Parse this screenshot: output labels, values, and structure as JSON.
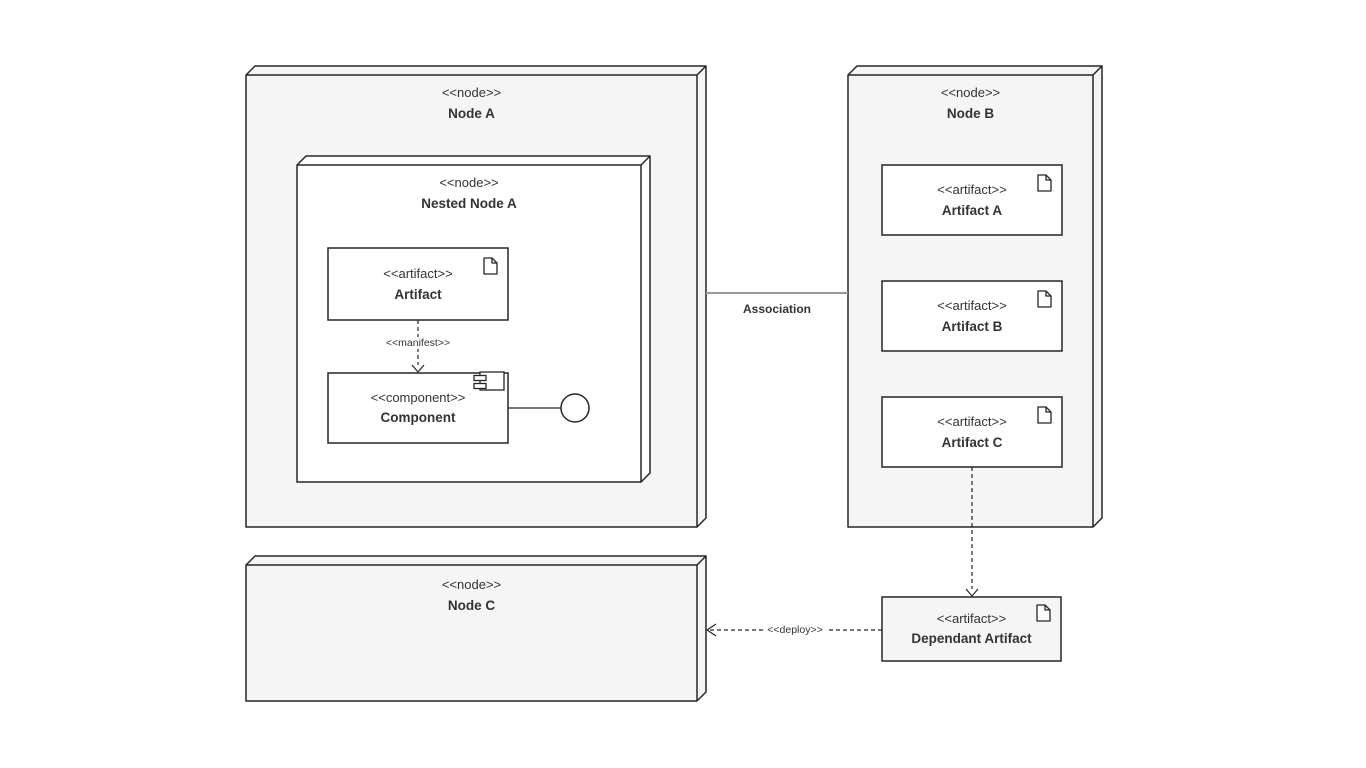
{
  "diagram": {
    "node_a": {
      "stereotype": "<<node>>",
      "name": "Node A"
    },
    "nested_node_a": {
      "stereotype": "<<node>>",
      "name": "Nested Node A"
    },
    "artifact": {
      "stereotype": "<<artifact>>",
      "name": "Artifact"
    },
    "component": {
      "stereotype": "<<component>>",
      "name": "Component"
    },
    "node_b": {
      "stereotype": "<<node>>",
      "name": "Node B"
    },
    "artifact_a": {
      "stereotype": "<<artifact>>",
      "name": "Artifact A"
    },
    "artifact_b": {
      "stereotype": "<<artifact>>",
      "name": "Artifact B"
    },
    "artifact_c": {
      "stereotype": "<<artifact>>",
      "name": "Artifact C"
    },
    "node_c": {
      "stereotype": "<<node>>",
      "name": "Node C"
    },
    "dependant_artifact": {
      "stereotype": "<<artifact>>",
      "name": "Dependant Artifact"
    },
    "edges": {
      "manifest_label": "<<manifest>>",
      "association_label": "Association",
      "deploy_label": "<<deploy>>"
    },
    "icons": {
      "artifact_icon": "document-icon",
      "component_icon": "component-icon",
      "interface_icon": "lollipop-interface-icon"
    },
    "colors": {
      "node_fill": "#f5f5f5",
      "inner_fill": "#ffffff",
      "border": "#262626",
      "association_line": "#999999",
      "text": "#333333"
    }
  }
}
